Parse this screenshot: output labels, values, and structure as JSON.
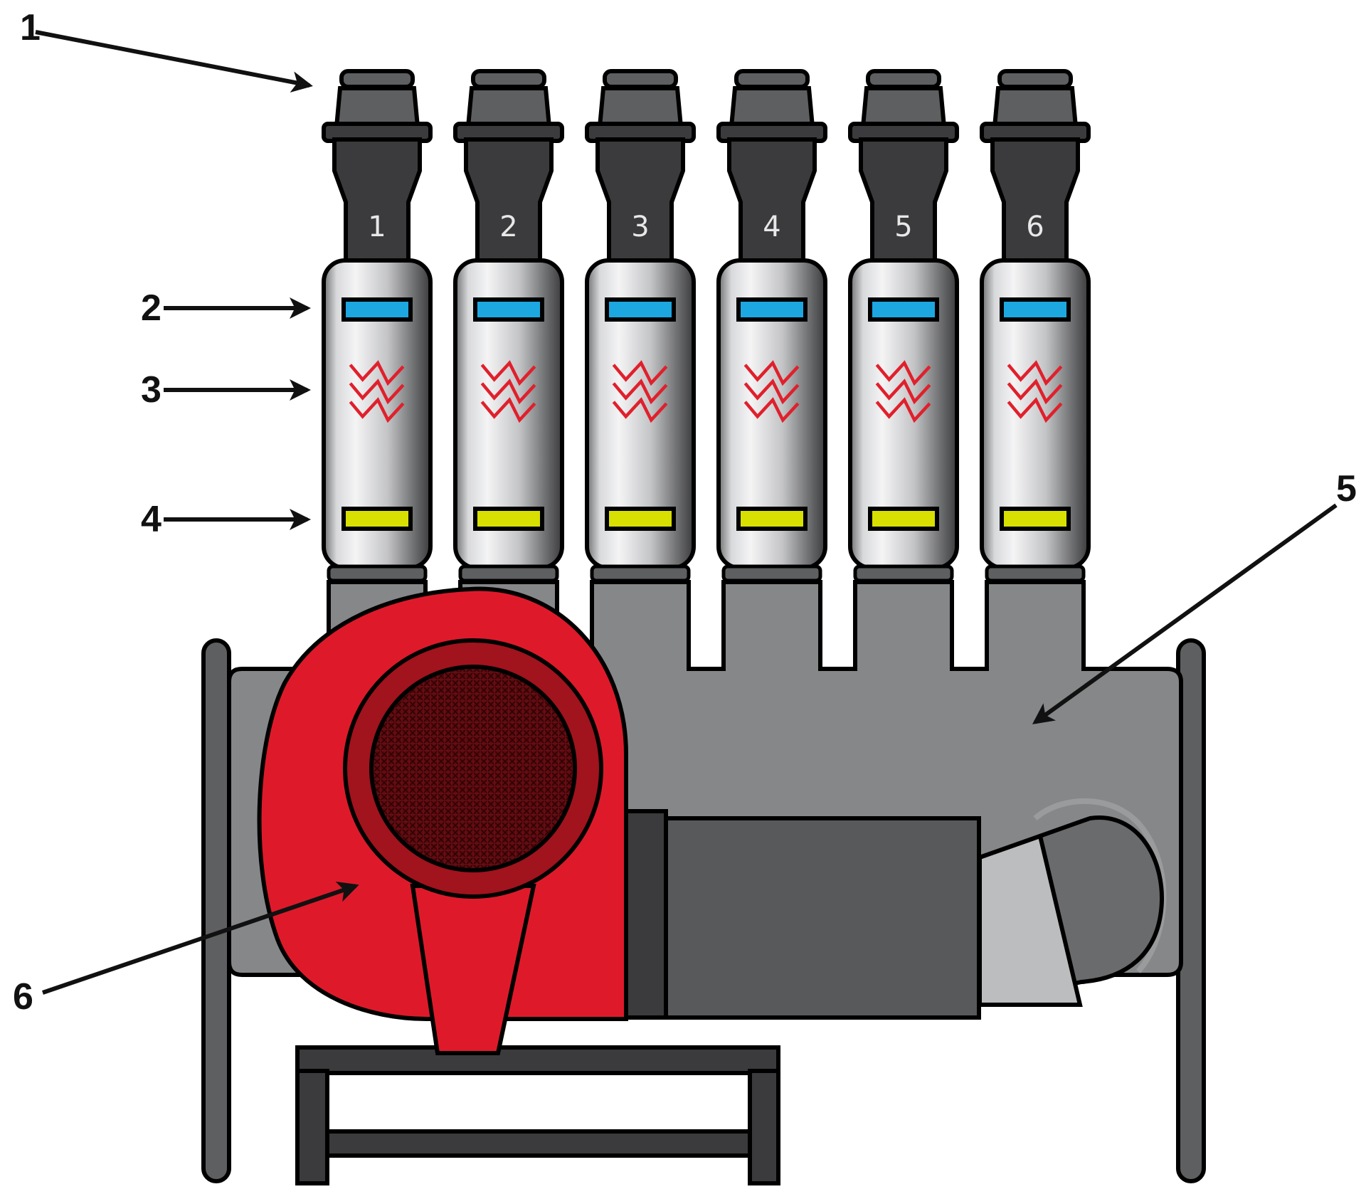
{
  "callouts": [
    {
      "id": "c1",
      "text": "1"
    },
    {
      "id": "c2",
      "text": "2"
    },
    {
      "id": "c3",
      "text": "3"
    },
    {
      "id": "c4",
      "text": "4"
    },
    {
      "id": "c5",
      "text": "5"
    },
    {
      "id": "c6",
      "text": "6"
    }
  ],
  "tubes": [
    {
      "number": "1"
    },
    {
      "number": "2"
    },
    {
      "number": "3"
    },
    {
      "number": "4"
    },
    {
      "number": "5"
    },
    {
      "number": "6"
    }
  ],
  "colors": {
    "blue_band": "#1da7e1",
    "yellow_band": "#d7e000",
    "heater_red": "#e0202c",
    "blower_red": "#de1a2a",
    "blower_dark_red": "#a1131d",
    "manifold_gray": "#858789",
    "cap_gray": "#5e5f61",
    "dark_gray": "#3b3b3d"
  },
  "icons": [
    "heater-zigzag-icon",
    "arrow-icon"
  ]
}
